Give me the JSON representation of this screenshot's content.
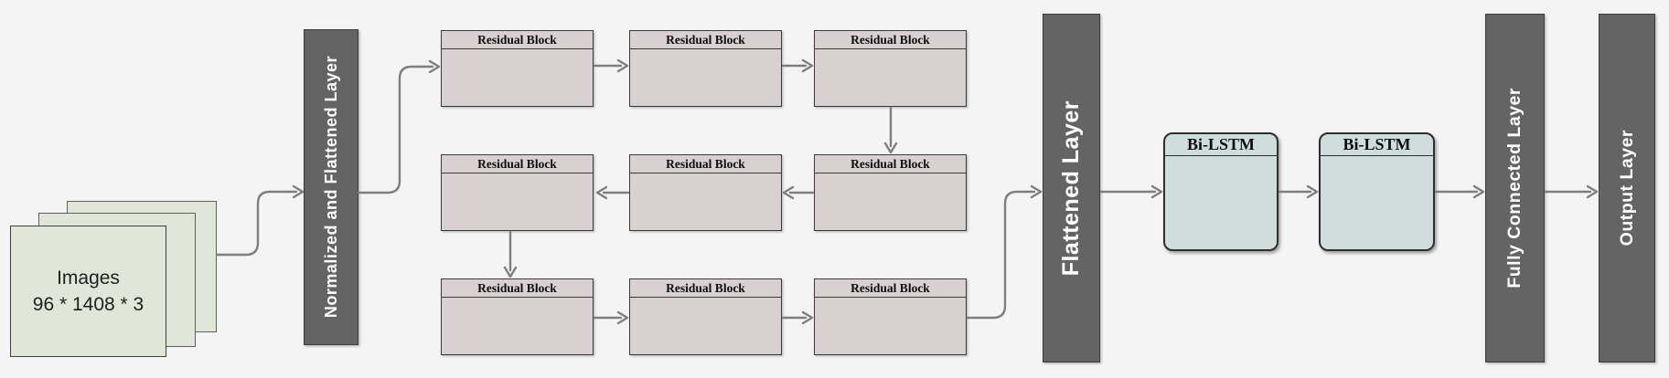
{
  "diagram": {
    "input_stack": {
      "label": "Images",
      "dimensions": "96 * 1408 * 3"
    },
    "bars": {
      "normalized": "Normalized and Flattened Layer",
      "flattened": "Flattened Layer",
      "fully_connected": "Fully Connected Layer",
      "output": "Output Layer"
    },
    "residual_block_label": "Residual Block",
    "bilstm_label": "Bi-LSTM",
    "colors": {
      "background": "#f4f4f4",
      "bar_fill": "#646464",
      "bar_text": "#ffffff",
      "residual_fill": "#d9d1d1",
      "bilstm_fill": "#cfdddd",
      "input_fill": "#e0e7d8",
      "connector": "#7e7e7e"
    }
  }
}
